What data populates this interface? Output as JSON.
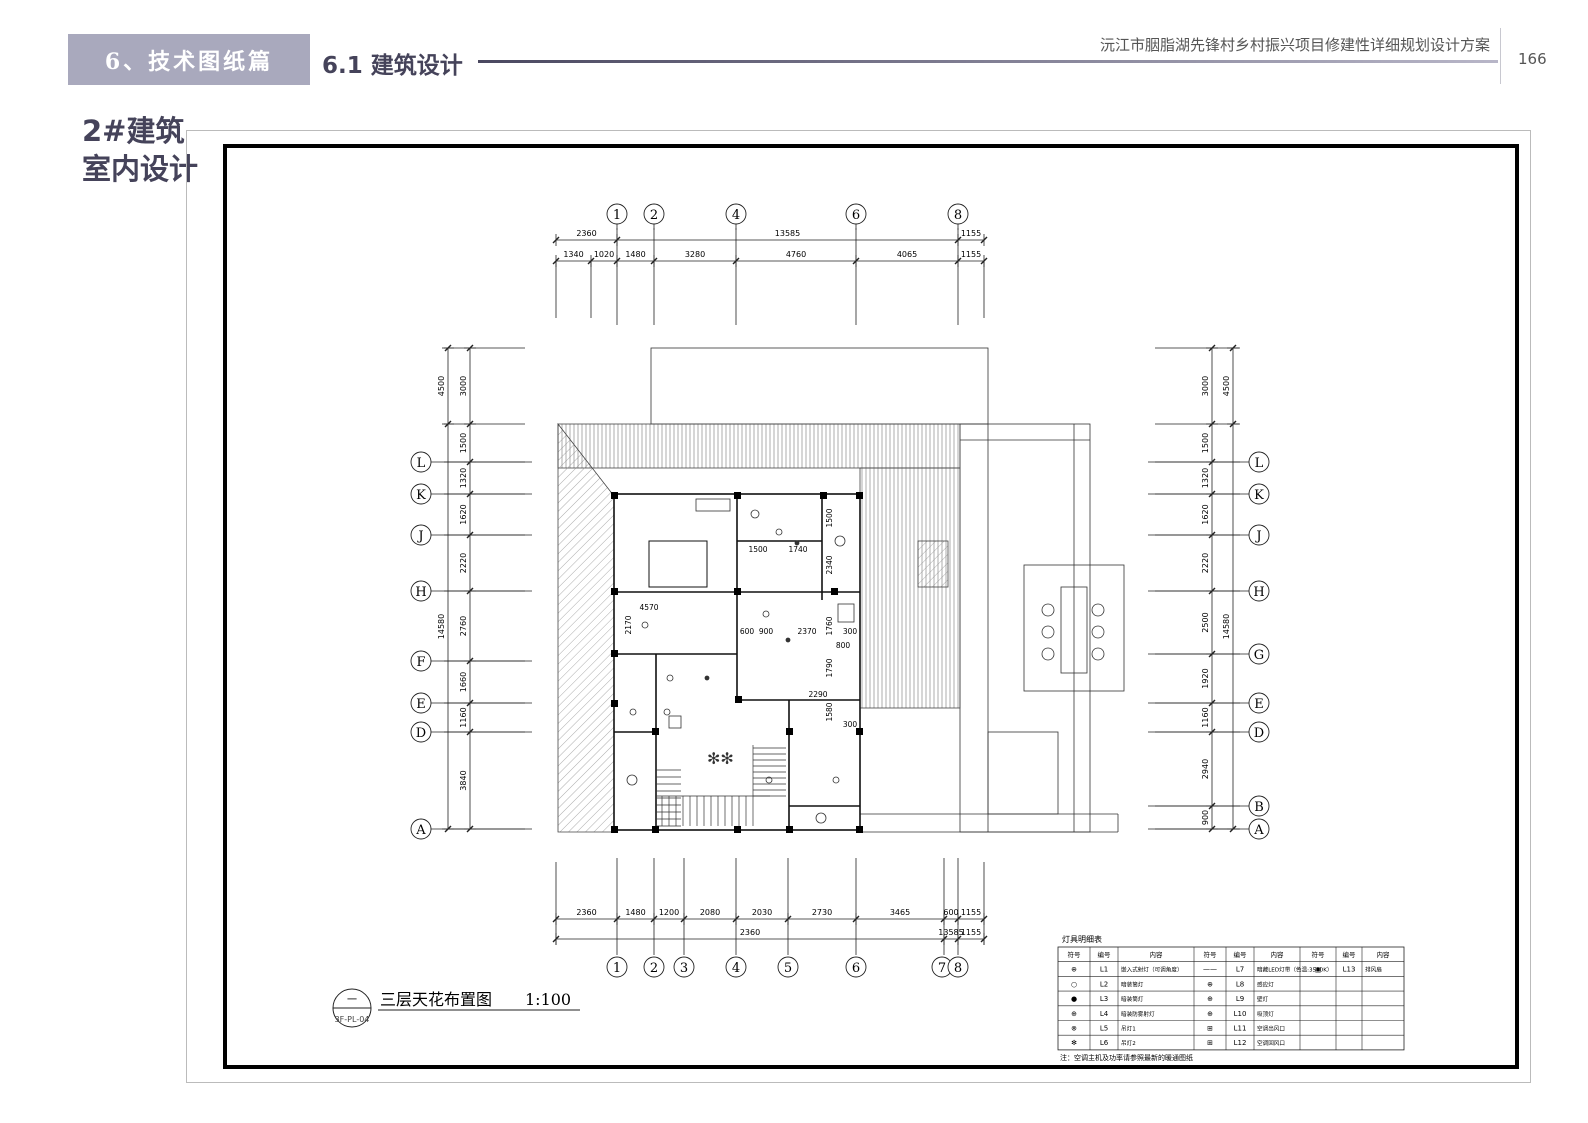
{
  "header": {
    "section": "6、技术图纸篇",
    "subsection": "6.1 建筑设计",
    "project": "沅江市胭脂湖先锋村乡村振兴项目修建性详细规划设计方案",
    "page": "166"
  },
  "side_title": [
    "2#建筑",
    "室内设计"
  ],
  "drawing": {
    "title": "三层天花布置图",
    "scale": "1:100",
    "badge_top": "一",
    "badge_bottom": "3F-PL-04",
    "top_axes": [
      "1",
      "2",
      "4",
      "6",
      "8"
    ],
    "bottom_axes": [
      "1",
      "2",
      "3",
      "4",
      "5",
      "6",
      "7",
      "8"
    ],
    "left_axes": [
      "L",
      "K",
      "J",
      "H",
      "F",
      "E",
      "D",
      "A"
    ],
    "right_axes": [
      "L",
      "K",
      "J",
      "H",
      "G",
      "E",
      "D",
      "B",
      "A"
    ],
    "top_dims_outer": [
      "2360",
      "13585",
      "1155"
    ],
    "top_dims_inner": [
      "1340",
      "1020",
      "1480",
      "3280",
      "4760",
      "4065",
      "1155"
    ],
    "bottom_dims_inner": [
      "2360",
      "1480",
      "1200",
      "2080",
      "2030",
      "2730",
      "3465",
      "600",
      "1155"
    ],
    "bottom_dims_outer": [
      "2360",
      "13585",
      "1155"
    ],
    "left_dims_inner": [
      "3000",
      "1500",
      "1320",
      "1620",
      "2220",
      "2760",
      "1660",
      "1160",
      "3840"
    ],
    "left_dims_outer": [
      "4500",
      "14580"
    ],
    "right_dims_inner": [
      "3000",
      "1500",
      "1320",
      "1620",
      "2220",
      "2500",
      "1920",
      "1160",
      "2940",
      "900"
    ],
    "right_dims_outer": [
      "4500",
      "14580"
    ],
    "room_dims": [
      "4570",
      "1500",
      "1740",
      "2340",
      "1500",
      "2170",
      "600",
      "900",
      "2370",
      "1760",
      "1790",
      "2290",
      "1580",
      "300",
      "800",
      "300"
    ]
  },
  "legend": {
    "title": "灯具明细表",
    "headers": [
      "符号",
      "编号",
      "内容",
      "符号",
      "编号",
      "内容",
      "符号",
      "编号",
      "内容"
    ],
    "rows": [
      {
        "sym1": "⊕",
        "code1": "L1",
        "desc1": "嵌入式射灯（可调角度）",
        "sym2": "——",
        "code2": "L7",
        "desc2": "暗藏LED灯带（色温:3500K）",
        "sym3": "▣",
        "code3": "L13",
        "desc3": "排风扇"
      },
      {
        "sym1": "○",
        "code1": "L2",
        "desc1": "暗装筒灯",
        "sym2": "⊕",
        "code2": "L8",
        "desc2": "感应灯",
        "sym3": "",
        "code3": "",
        "desc3": ""
      },
      {
        "sym1": "●",
        "code1": "L3",
        "desc1": "暗装筒灯",
        "sym2": "⊕",
        "code2": "L9",
        "desc2": "壁灯",
        "sym3": "",
        "code3": "",
        "desc3": ""
      },
      {
        "sym1": "⊕",
        "code1": "L4",
        "desc1": "暗装防雾射灯",
        "sym2": "⊕",
        "code2": "L10",
        "desc2": "吸顶灯",
        "sym3": "",
        "code3": "",
        "desc3": ""
      },
      {
        "sym1": "⊗",
        "code1": "L5",
        "desc1": "吊灯1",
        "sym2": "⊞",
        "code2": "L11",
        "desc2": "空调出风口",
        "sym3": "",
        "code3": "",
        "desc3": ""
      },
      {
        "sym1": "✻",
        "code1": "L6",
        "desc1": "吊灯2",
        "sym2": "⊞",
        "code2": "L12",
        "desc2": "空调回风口",
        "sym3": "",
        "code3": "",
        "desc3": ""
      }
    ],
    "note": "注：空调主机及功率请参照最新的暖通图纸"
  }
}
